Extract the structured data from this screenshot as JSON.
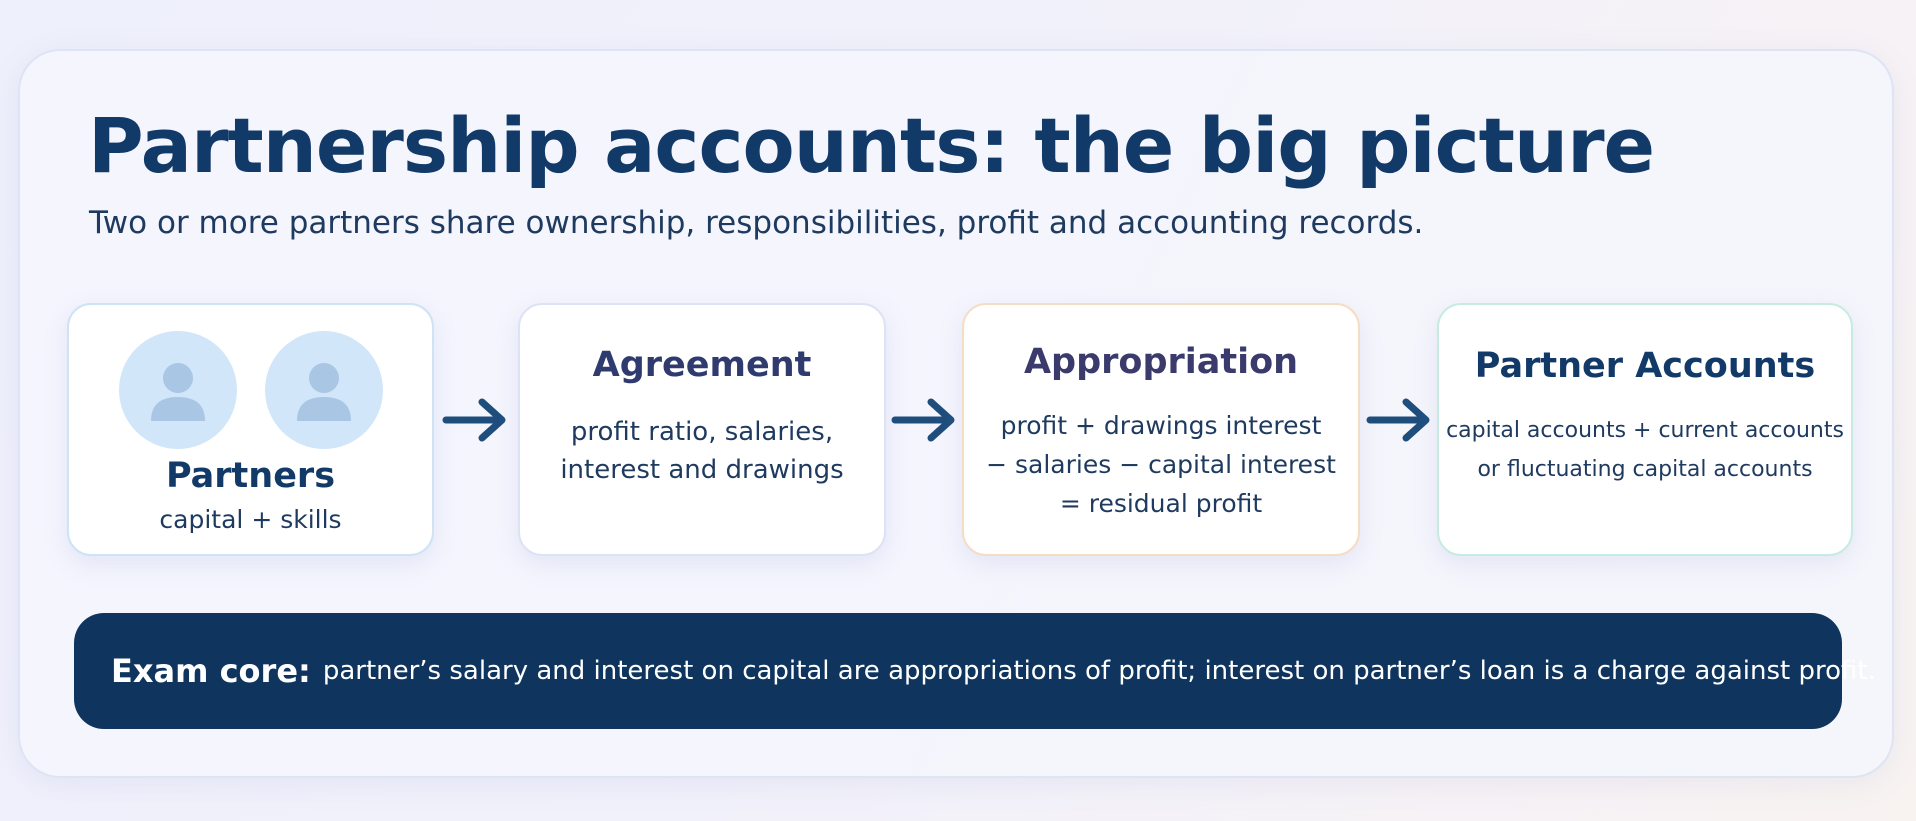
{
  "title": "Partnership accounts: the big picture",
  "subtitle": "Two or more partners share ownership, responsibilities, profit and accounting records.",
  "steps": [
    {
      "title": "Partners",
      "lines": [
        "capital + skills"
      ],
      "icons": [
        "person-icon",
        "person-icon"
      ]
    },
    {
      "title": "Agreement",
      "lines": [
        "profit ratio, salaries,",
        "interest and drawings"
      ]
    },
    {
      "title": "Appropriation",
      "lines": [
        "profit + drawings interest",
        "− salaries − capital interest",
        "= residual profit"
      ]
    },
    {
      "title": "Partner Accounts",
      "lines": [
        "capital accounts + current accounts",
        "or fluctuating capital accounts"
      ]
    }
  ],
  "connectors": [
    "arrow-right-icon",
    "arrow-right-icon",
    "arrow-right-icon"
  ],
  "banner": {
    "label": "Exam core:",
    "text": "partner’s salary and interest on capital are appropriations of profit; interest on partner’s loan is a charge against profit."
  },
  "colors": {
    "title": "#123a68",
    "banner_bg": "#0f355f",
    "arrow": "#1f4e7d",
    "avatar_bg": "#d2e6fa",
    "avatar_figure": "#a9c6e4",
    "partners_border": "#cfe2f6",
    "agreement_border": "#dde3f4",
    "appropriation_border": "#f7dcc4",
    "accounts_border": "#c6ece2"
  }
}
